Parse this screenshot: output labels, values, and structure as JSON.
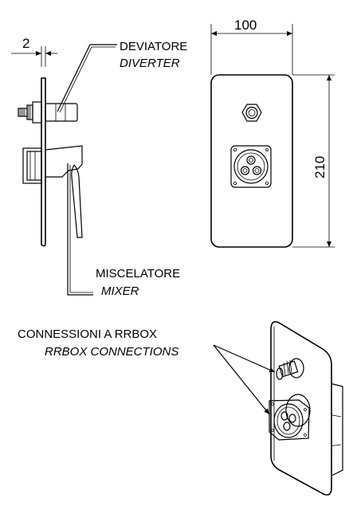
{
  "dimensions": {
    "thickness": "2",
    "width": "100",
    "height": "210"
  },
  "labels": {
    "diverter_it": "DEVIATORE",
    "diverter_en": "DIVERTER",
    "mixer_it": "MISCELATORE",
    "mixer_en": "MIXER",
    "connections_it": "CONNESSIONI A RRBOX",
    "connections_en": "RRBOX CONNECTIONS"
  }
}
